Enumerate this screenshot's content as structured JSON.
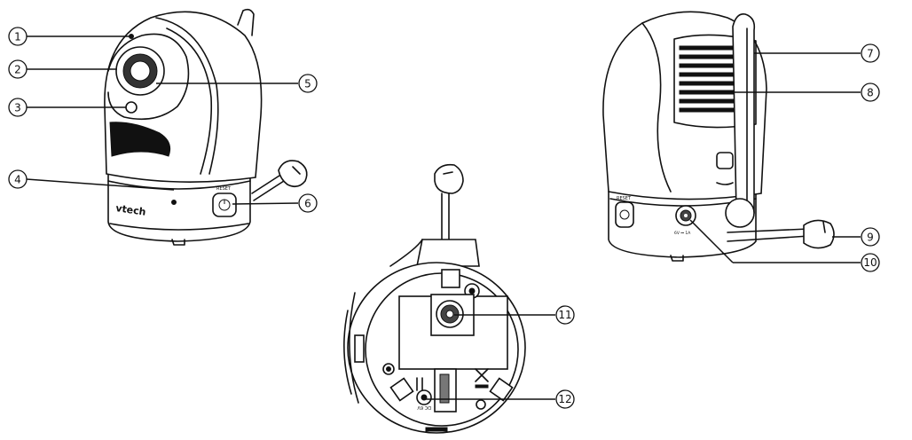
{
  "views": {
    "front": {
      "brand_text": "vtech",
      "reset_label": "RESET"
    },
    "back": {
      "reset_label": "RESET",
      "power_spec": "6V ⎓ 1A"
    },
    "bottom": {
      "port_label": "DC 6V"
    }
  },
  "callouts": [
    {
      "num": "1",
      "part": "front-led"
    },
    {
      "num": "2",
      "part": "camera-lens"
    },
    {
      "num": "3",
      "part": "light-sensor"
    },
    {
      "num": "4",
      "part": "microphone"
    },
    {
      "num": "5",
      "part": "camera-head"
    },
    {
      "num": "6",
      "part": "reset-button"
    },
    {
      "num": "7",
      "part": "antenna"
    },
    {
      "num": "8",
      "part": "speaker-grille"
    },
    {
      "num": "9",
      "part": "power-cable"
    },
    {
      "num": "10",
      "part": "power-socket"
    },
    {
      "num": "11",
      "part": "mounting-hole"
    },
    {
      "num": "12",
      "part": "dc-port"
    }
  ]
}
